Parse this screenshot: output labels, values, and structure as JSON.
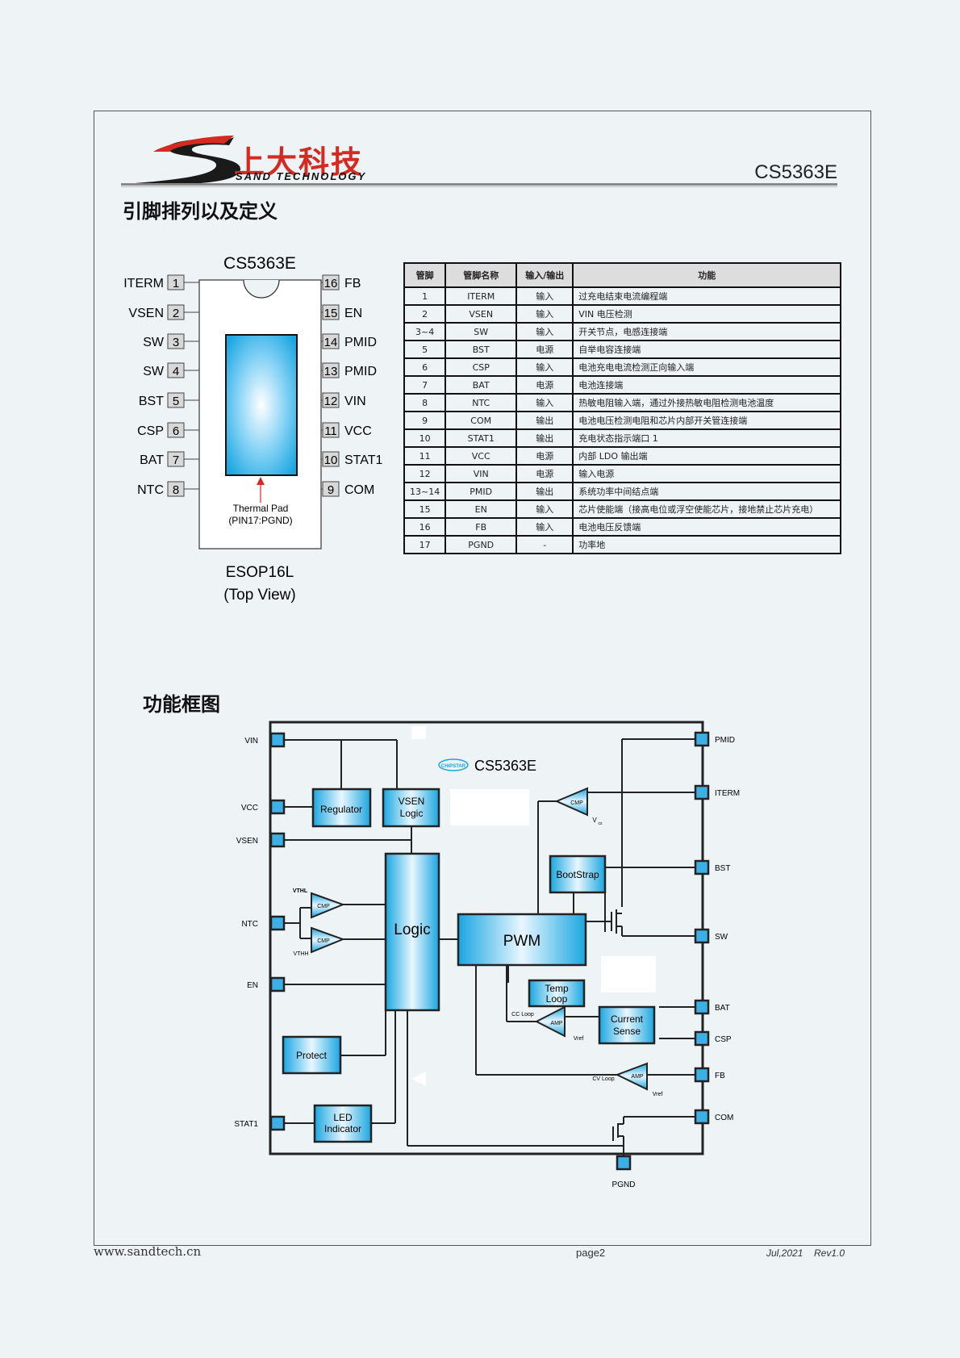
{
  "header": {
    "logo_cn": "上大科技",
    "logo_en": "SAND TECHNOLOGY",
    "doc_id": "CS5363E",
    "logo_colors": {
      "red": "#d42a20",
      "dark": "#1a1a1a"
    }
  },
  "pinout": {
    "section_title": "引脚排列以及定义",
    "chip_title": "CS5363E",
    "package_line1": "ESOP16L",
    "package_line2": "(Top View)",
    "thermal_pad_line1": "Thermal Pad",
    "thermal_pad_line2": "(PIN17:PGND)",
    "left_pins": [
      {
        "num": "1",
        "name": "ITERM"
      },
      {
        "num": "2",
        "name": "VSEN"
      },
      {
        "num": "3",
        "name": "SW"
      },
      {
        "num": "4",
        "name": "SW"
      },
      {
        "num": "5",
        "name": "BST"
      },
      {
        "num": "6",
        "name": "CSP"
      },
      {
        "num": "7",
        "name": "BAT"
      },
      {
        "num": "8",
        "name": "NTC"
      }
    ],
    "right_pins": [
      {
        "num": "16",
        "name": "FB"
      },
      {
        "num": "15",
        "name": "EN"
      },
      {
        "num": "14",
        "name": "PMID"
      },
      {
        "num": "13",
        "name": "PMID"
      },
      {
        "num": "12",
        "name": "VIN"
      },
      {
        "num": "11",
        "name": "VCC"
      },
      {
        "num": "10",
        "name": "STAT1"
      },
      {
        "num": "9",
        "name": "COM"
      }
    ]
  },
  "pin_table": {
    "headers": [
      "管脚",
      "管脚名称",
      "输入/输出",
      "功能"
    ],
    "rows": [
      [
        "1",
        "ITERM",
        "输入",
        "过充电结束电流编程端"
      ],
      [
        "2",
        "VSEN",
        "输入",
        "VIN 电压检测"
      ],
      [
        "3~4",
        "SW",
        "输入",
        "开关节点，电感连接端"
      ],
      [
        "5",
        "BST",
        "电源",
        "自举电容连接端"
      ],
      [
        "6",
        "CSP",
        "输入",
        "电池充电电流检测正向输入端"
      ],
      [
        "7",
        "BAT",
        "电源",
        "电池连接端"
      ],
      [
        "8",
        "NTC",
        "输入",
        "热敏电阻输入端，通过外接热敏电阻检测电池温度"
      ],
      [
        "9",
        "COM",
        "输出",
        "电池电压检测电阻和芯片内部开关管连接端"
      ],
      [
        "10",
        "STAT1",
        "输出",
        "充电状态指示端口 1"
      ],
      [
        "11",
        "VCC",
        "电源",
        "内部 LDO 输出端"
      ],
      [
        "12",
        "VIN",
        "电源",
        "输入电源"
      ],
      [
        "13~14",
        "PMID",
        "输出",
        "系统功率中间结点端"
      ],
      [
        "15",
        "EN",
        "输入",
        "芯片使能端（接高电位或浮空使能芯片，接地禁止芯片充电）"
      ],
      [
        "16",
        "FB",
        "输入",
        "电池电压反馈端"
      ],
      [
        "17",
        "PGND",
        "-",
        "功率地"
      ]
    ]
  },
  "block_diagram": {
    "section_title": "功能框图",
    "chip_label": "CS5363E",
    "brand": "CHIPSTAR",
    "left_pins": [
      "VIN",
      "VCC",
      "VSEN",
      "NTC",
      "EN",
      "STAT1"
    ],
    "right_pins": [
      "PMID",
      "ITERM",
      "BST",
      "SW",
      "BAT",
      "CSP",
      "FB",
      "COM"
    ],
    "bottom_pin": "PGND",
    "blocks": {
      "regulator": "Regulator",
      "vsen_logic_1": "VSEN",
      "vsen_logic_2": "Logic",
      "logic": "Logic",
      "pwm": "PWM",
      "bootstrap": "BootStrap",
      "temp_loop_1": "Temp",
      "temp_loop_2": "Loop",
      "current_sense_1": "Current",
      "current_sense_2": "Sense",
      "protect": "Protect",
      "led_1": "LED",
      "led_2": "Indicator"
    },
    "small_labels": {
      "cmp": "CMP",
      "amp": "AMP",
      "vthl": "VTHL",
      "vthh": "VTHH",
      "vcs": "V",
      "vcs_sub": "cs",
      "vref": "Vref",
      "cc_loop": "CC Loop",
      "cv_loop": "CV Loop"
    },
    "colors": {
      "block_light": "#e8f7ff",
      "block_dark": "#1aa6e0",
      "pin_fill": "#3ab0e6"
    }
  },
  "footer": {
    "url": "www.sandtech.cn",
    "page": "page2",
    "date": "Jul,2021",
    "rev": "Rev1.0"
  }
}
